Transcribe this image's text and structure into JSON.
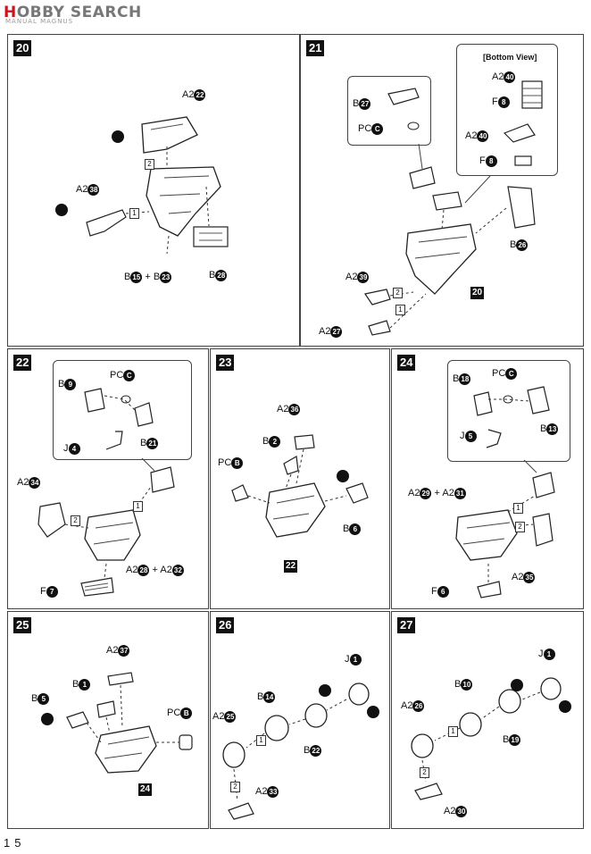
{
  "header": {
    "logo_a": "H",
    "logo_b": "OBBY SEARCH",
    "subtitle": "MANUAL MAGNUS"
  },
  "page_number": "15",
  "steps": {
    "s20": {
      "number": "20",
      "labels": {
        "a222": "A2",
        "a238": "A2",
        "b15": "B",
        "b23": "+ B",
        "b28": "B"
      },
      "codes": {
        "a222": "22",
        "a238": "38",
        "b15": "15",
        "b23": "23",
        "b28": "28"
      },
      "nums": [
        "2",
        "1"
      ]
    },
    "s21": {
      "number": "21",
      "bottom_view": "[Bottom View]",
      "labels": {
        "a240a": "A2",
        "f8a": "F",
        "a240b": "A2",
        "f8b": "F",
        "b27": "B",
        "pcc": "PC",
        "b26": "B",
        "a239": "A2",
        "a227": "A2"
      },
      "codes": {
        "a240a": "40",
        "f8a": "8",
        "a240b": "40",
        "f8b": "8",
        "b27": "27",
        "pcc": "C",
        "b26": "26",
        "a239": "39",
        "a227": "27"
      },
      "ref": "20",
      "nums": [
        "2",
        "1"
      ]
    },
    "s22": {
      "number": "22",
      "labels": {
        "b9": "B",
        "pcc": "PC",
        "b21": "B",
        "j4": "J",
        "a234": "A2",
        "a228": "A2",
        "a232": "+ A2",
        "f7": "F"
      },
      "codes": {
        "b9": "9",
        "pcc": "C",
        "b21": "21",
        "j4": "4",
        "a234": "34",
        "a228": "28",
        "a232": "32",
        "f7": "7"
      },
      "nums": [
        "1",
        "2"
      ]
    },
    "s23": {
      "number": "23",
      "labels": {
        "a236": "A2",
        "b2": "B",
        "pcb": "PC",
        "b6": "B"
      },
      "codes": {
        "a236": "36",
        "b2": "2",
        "pcb": "B",
        "b6": "6"
      },
      "ref": "22"
    },
    "s24": {
      "number": "24",
      "labels": {
        "b18": "B",
        "pcc": "PC",
        "b13": "B",
        "j5": "J",
        "a229": "A2",
        "a231": "+ A2",
        "a235": "A2",
        "f6": "F"
      },
      "codes": {
        "b18": "18",
        "pcc": "C",
        "b13": "13",
        "j5": "5",
        "a229": "29",
        "a231": "31",
        "a235": "35",
        "f6": "6"
      },
      "nums": [
        "1",
        "2"
      ]
    },
    "s25": {
      "number": "25",
      "labels": {
        "a237": "A2",
        "b1": "B",
        "b5": "B",
        "pcb": "PC"
      },
      "codes": {
        "a237": "37",
        "b1": "1",
        "b5": "5",
        "pcb": "B"
      },
      "ref": "24"
    },
    "s26": {
      "number": "26",
      "labels": {
        "j1": "J",
        "b14": "B",
        "a225": "A2",
        "b22": "B",
        "a233": "A2"
      },
      "codes": {
        "j1": "1",
        "b14": "14",
        "a225": "25",
        "b22": "22",
        "a233": "33"
      },
      "nums": [
        "1",
        "2"
      ]
    },
    "s27": {
      "number": "27",
      "labels": {
        "j1": "J",
        "b10": "B",
        "a226": "A2",
        "b19": "B",
        "a230": "A2"
      },
      "codes": {
        "j1": "1",
        "b10": "10",
        "a226": "26",
        "b19": "19",
        "a230": "30"
      },
      "nums": [
        "1",
        "2"
      ]
    }
  }
}
